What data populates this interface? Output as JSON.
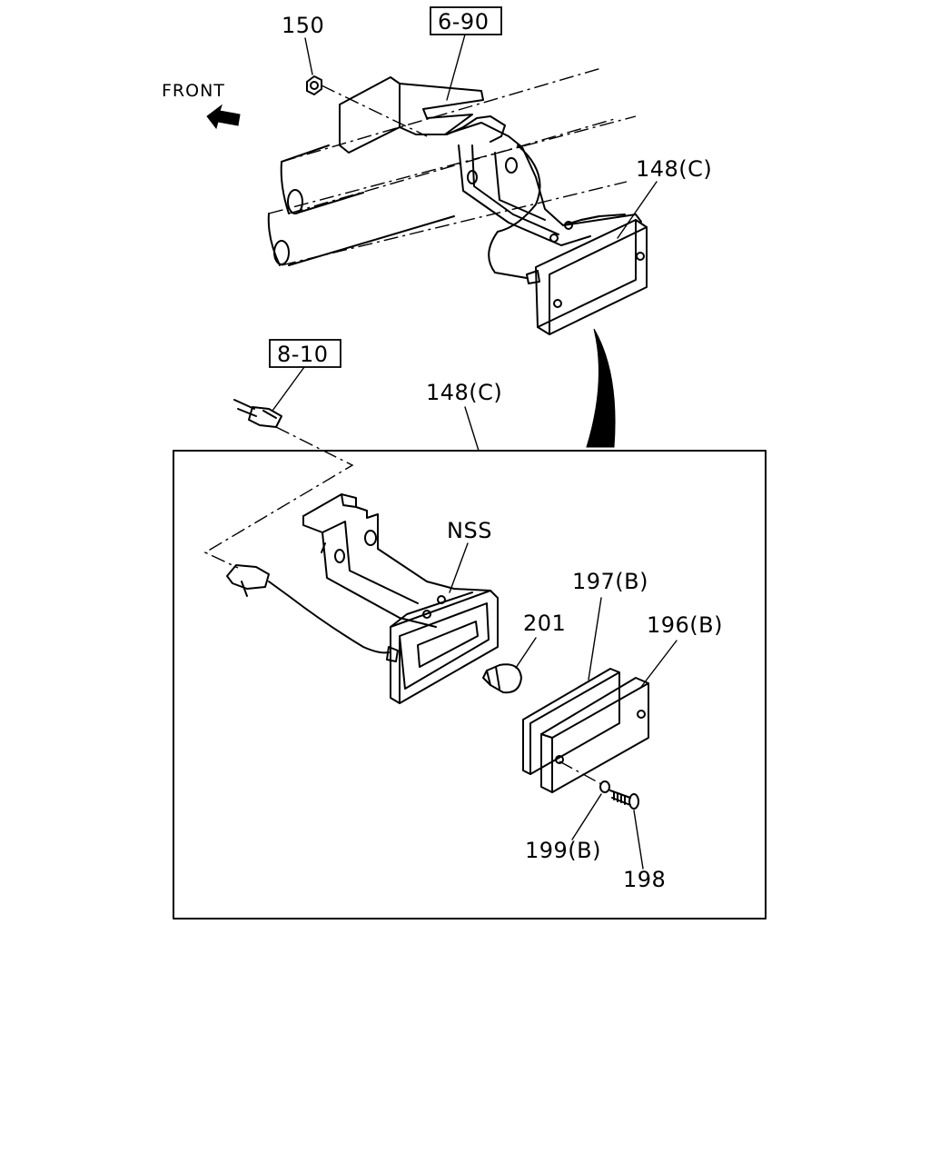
{
  "direction_label": "FRONT",
  "callouts": {
    "nut": "150",
    "ref_top": "6-90",
    "lamp_top": "148(C)",
    "ref_connector": "8-10",
    "lamp_detail": "148(C)",
    "bracket": "NSS",
    "gasket": "197(B)",
    "bulb": "201",
    "lens": "196(B)",
    "washer": "199(B)",
    "screw": "198"
  }
}
